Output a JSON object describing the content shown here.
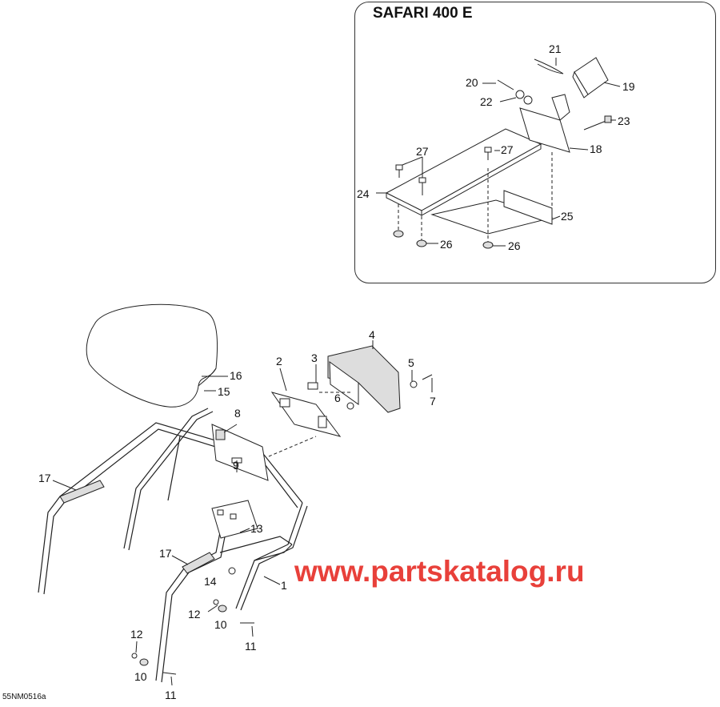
{
  "inset": {
    "title": "SAFARI 400 E"
  },
  "callouts": [
    {
      "id": "c1",
      "text": "1"
    },
    {
      "id": "c2",
      "text": "2"
    },
    {
      "id": "c3",
      "text": "3"
    },
    {
      "id": "c4",
      "text": "4"
    },
    {
      "id": "c5",
      "text": "5"
    },
    {
      "id": "c6",
      "text": "6"
    },
    {
      "id": "c7",
      "text": "7"
    },
    {
      "id": "c8",
      "text": "8"
    },
    {
      "id": "c9",
      "text": "9"
    },
    {
      "id": "c10a",
      "text": "10"
    },
    {
      "id": "c10b",
      "text": "10"
    },
    {
      "id": "c11a",
      "text": "11"
    },
    {
      "id": "c11b",
      "text": "11"
    },
    {
      "id": "c12a",
      "text": "12"
    },
    {
      "id": "c12b",
      "text": "12"
    },
    {
      "id": "c13",
      "text": "13"
    },
    {
      "id": "c14",
      "text": "14"
    },
    {
      "id": "c15",
      "text": "15"
    },
    {
      "id": "c16",
      "text": "16"
    },
    {
      "id": "c17a",
      "text": "17"
    },
    {
      "id": "c17b",
      "text": "17"
    },
    {
      "id": "c18",
      "text": "18"
    },
    {
      "id": "c19",
      "text": "19"
    },
    {
      "id": "c20",
      "text": "20"
    },
    {
      "id": "c21",
      "text": "21"
    },
    {
      "id": "c22",
      "text": "22"
    },
    {
      "id": "c23",
      "text": "23"
    },
    {
      "id": "c24",
      "text": "24"
    },
    {
      "id": "c25",
      "text": "25"
    },
    {
      "id": "c26a",
      "text": "26"
    },
    {
      "id": "c26b",
      "text": "26"
    },
    {
      "id": "c27a",
      "text": "27"
    },
    {
      "id": "c27b",
      "text": "27"
    }
  ],
  "watermark": "www.partskatalog.ru",
  "drawing_code": "55NM0516a",
  "colors": {
    "watermark": "#e8403a",
    "line": "#222222"
  }
}
